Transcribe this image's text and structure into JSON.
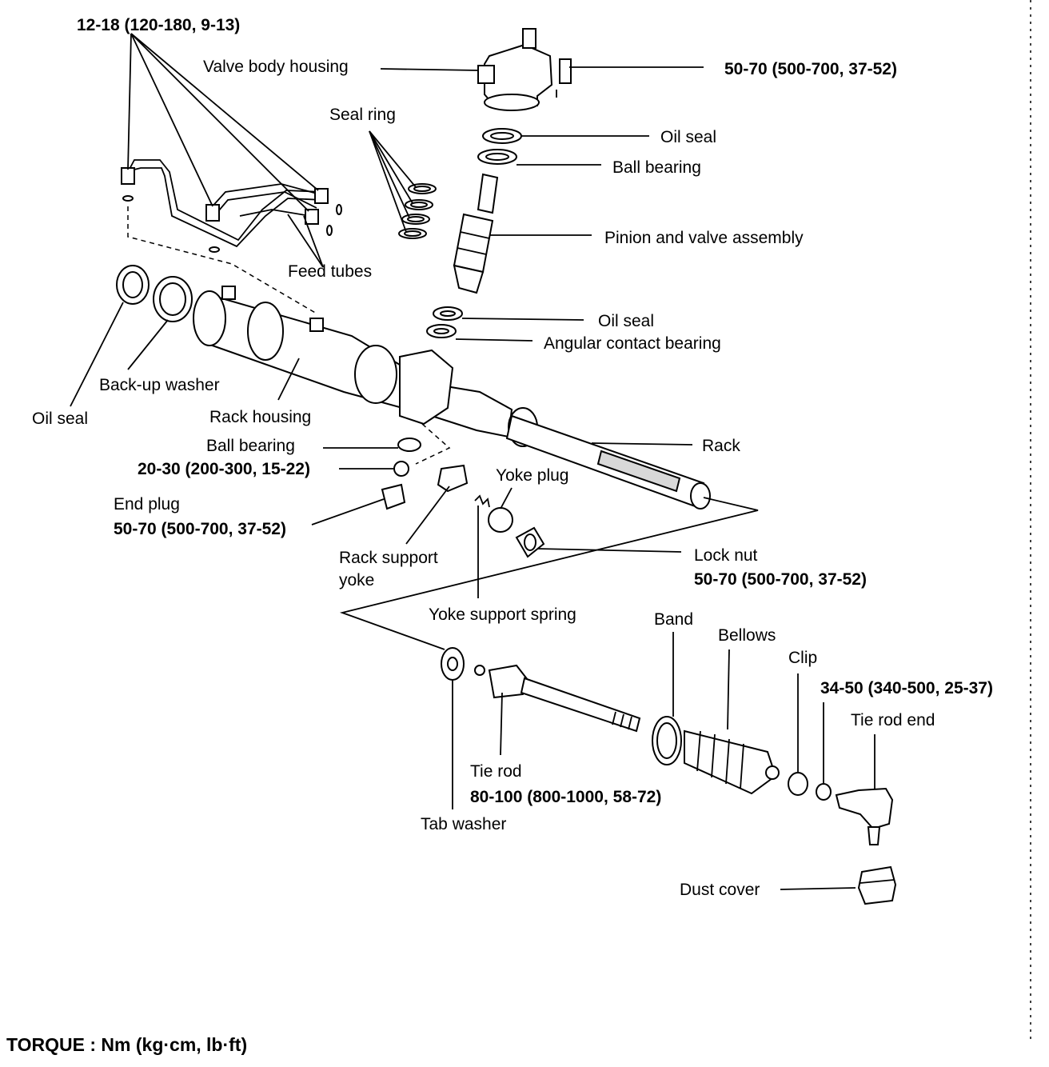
{
  "torque_legend": "TORQUE : Nm (kg·cm, lb·ft)",
  "labels": {
    "feed_tube_torque": "12-18 (120-180, 9-13)",
    "valve_body_housing": "Valve body housing",
    "valve_torque": "50-70 (500-700, 37-52)",
    "seal_ring": "Seal ring",
    "oil_seal_upper": "Oil seal",
    "ball_bearing_upper": "Ball bearing",
    "pinion_valve_assembly": "Pinion and valve assembly",
    "feed_tubes": "Feed tubes",
    "oil_seal_lower": "Oil seal",
    "angular_contact_bearing": "Angular contact bearing",
    "back_up_washer": "Back-up washer",
    "oil_seal_left": "Oil seal",
    "rack_housing": "Rack housing",
    "ball_bearing_lower": "Ball bearing",
    "ball_bearing_torque": "20-30 (200-300, 15-22)",
    "rack": "Rack",
    "end_plug": "End plug",
    "end_plug_torque": "50-70 (500-700, 37-52)",
    "yoke_plug": "Yoke plug",
    "rack_support_yoke_1": "Rack support",
    "rack_support_yoke_2": "yoke",
    "lock_nut": "Lock nut",
    "lock_nut_torque": "50-70 (500-700, 37-52)",
    "yoke_support_spring": "Yoke support spring",
    "band": "Band",
    "bellows": "Bellows",
    "clip": "Clip",
    "tie_rod_end_torque": "34-50 (340-500, 25-37)",
    "tie_rod_end": "Tie rod end",
    "tie_rod": "Tie rod",
    "tie_rod_torque": "80-100 (800-1000, 58-72)",
    "tab_washer": "Tab washer",
    "dust_cover": "Dust cover"
  }
}
